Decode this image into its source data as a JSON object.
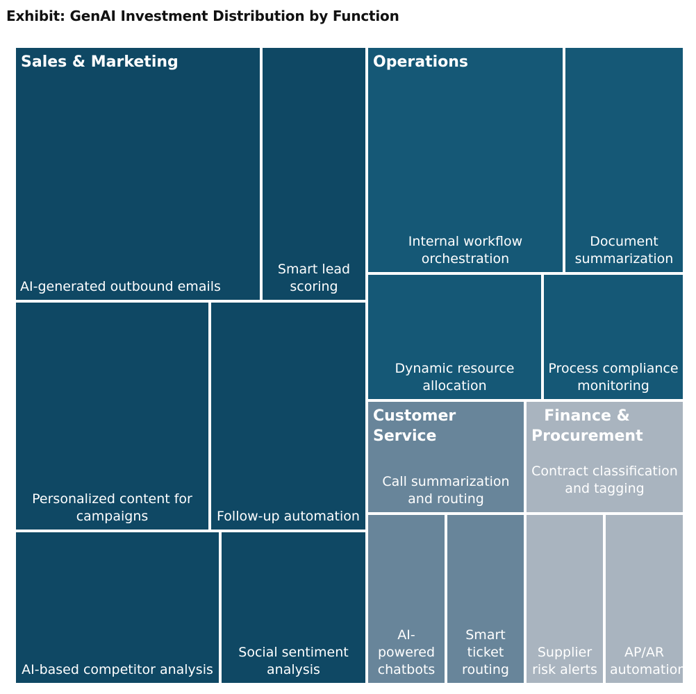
{
  "title": "Exhibit: GenAI Investment Distribution by Function",
  "colors": {
    "sales": "#0f4864",
    "operations": "#155876",
    "customer_service": "#68859a",
    "finance": "#a9b4bf",
    "border": "#ffffff"
  },
  "chart_data": {
    "type": "treemap",
    "title": "Exhibit: GenAI Investment Distribution by Function",
    "groups": [
      {
        "name": "Sales & Marketing",
        "items": [
          "AI-generated outbound emails",
          "Smart lead scoring",
          "Personalized content for campaigns",
          "Follow-up automation",
          "AI-based competitor analysis",
          "Social sentiment analysis"
        ]
      },
      {
        "name": "Operations",
        "items": [
          "Internal workflow orchestration",
          "Document summarization",
          "Dynamic resource allocation",
          "Process compliance monitoring"
        ]
      },
      {
        "name": "Customer Service",
        "items": [
          "Call summarization and routing",
          "AI-powered chatbots",
          "Smart ticket routing"
        ]
      },
      {
        "name": "Finance & Procurement",
        "items": [
          "Contract classification and tagging",
          "Supplier risk alerts",
          "AP/AR automation"
        ]
      }
    ]
  }
}
